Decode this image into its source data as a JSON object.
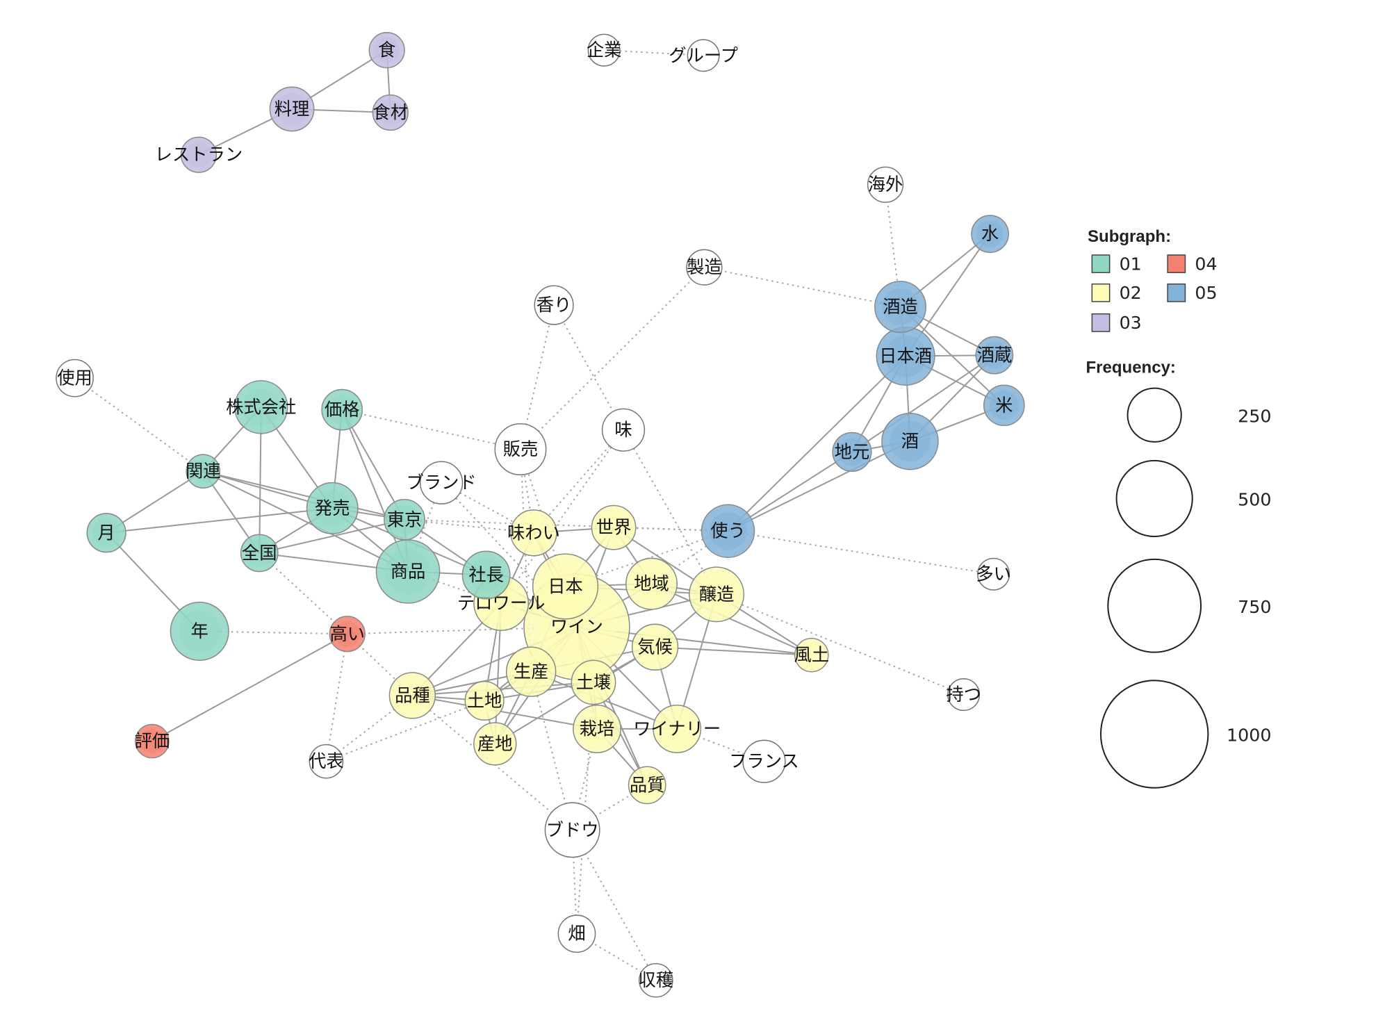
{
  "legend": {
    "subgraph_title": "Subgraph:",
    "groups": [
      {
        "id": "01",
        "color": "#8fd6c4"
      },
      {
        "id": "02",
        "color": "#fdfbb5"
      },
      {
        "id": "03",
        "color": "#c3bddf"
      },
      {
        "id": "04",
        "color": "#f4806f"
      },
      {
        "id": "05",
        "color": "#82b2d8"
      }
    ],
    "frequency_title": "Frequency:",
    "sizes": [
      {
        "label": "250",
        "value": 250
      },
      {
        "label": "500",
        "value": 500
      },
      {
        "label": "750",
        "value": 750
      },
      {
        "label": "1000",
        "value": 1000
      }
    ]
  },
  "nodes": [
    {
      "label": "食",
      "group": "03",
      "freq": 108
    },
    {
      "label": "料理",
      "group": "03",
      "freq": 168
    },
    {
      "label": "食材",
      "group": "03",
      "freq": 108
    },
    {
      "label": "レストラン",
      "group": "03",
      "freq": 108
    },
    {
      "label": "企業",
      "group": null,
      "freq": 87
    },
    {
      "label": "グループ",
      "group": null,
      "freq": 87
    },
    {
      "label": "海外",
      "group": null,
      "freq": 108
    },
    {
      "label": "製造",
      "group": null,
      "freq": 108
    },
    {
      "label": "香り",
      "group": null,
      "freq": 130
    },
    {
      "label": "使用",
      "group": null,
      "freq": 119
    },
    {
      "label": "味",
      "group": null,
      "freq": 155
    },
    {
      "label": "販売",
      "group": null,
      "freq": 226
    },
    {
      "label": "ブランド",
      "group": null,
      "freq": 155
    },
    {
      "label": "多い",
      "group": null,
      "freq": 87
    },
    {
      "label": "持つ",
      "group": null,
      "freq": 87
    },
    {
      "label": "代表",
      "group": null,
      "freq": 97
    },
    {
      "label": "フランス",
      "group": null,
      "freq": 155
    },
    {
      "label": "ブドウ",
      "group": null,
      "freq": 258
    },
    {
      "label": "畑",
      "group": null,
      "freq": 119
    },
    {
      "label": "収穫",
      "group": null,
      "freq": 97
    },
    {
      "label": "株式会社",
      "group": "01",
      "freq": 242
    },
    {
      "label": "価格",
      "group": "01",
      "freq": 142
    },
    {
      "label": "関連",
      "group": "01",
      "freq": 97
    },
    {
      "label": "月",
      "group": "01",
      "freq": 130
    },
    {
      "label": "発売",
      "group": "01",
      "freq": 226
    },
    {
      "label": "東京",
      "group": "01",
      "freq": 142
    },
    {
      "label": "全国",
      "group": "01",
      "freq": 119
    },
    {
      "label": "商品",
      "group": "01",
      "freq": 348
    },
    {
      "label": "社長",
      "group": "01",
      "freq": 196
    },
    {
      "label": "年",
      "group": "01",
      "freq": 293
    },
    {
      "label": "高い",
      "group": "04",
      "freq": 108
    },
    {
      "label": "評価",
      "group": "04",
      "freq": 97
    },
    {
      "label": "水",
      "group": "05",
      "freq": 119
    },
    {
      "label": "酒造",
      "group": "05",
      "freq": 226
    },
    {
      "label": "日本酒",
      "group": "05",
      "freq": 293
    },
    {
      "label": "酒蔵",
      "group": "05",
      "freq": 119
    },
    {
      "label": "米",
      "group": "05",
      "freq": 142
    },
    {
      "label": "地元",
      "group": "05",
      "freq": 130
    },
    {
      "label": "酒",
      "group": "05",
      "freq": 275
    },
    {
      "label": "使う",
      "group": "05",
      "freq": 242
    },
    {
      "label": "味わい",
      "group": "02",
      "freq": 182
    },
    {
      "label": "世界",
      "group": "02",
      "freq": 168
    },
    {
      "label": "日本",
      "group": "02",
      "freq": 368
    },
    {
      "label": "地域",
      "group": "02",
      "freq": 226
    },
    {
      "label": "醸造",
      "group": "02",
      "freq": 258
    },
    {
      "label": "テロワール",
      "group": "02",
      "freq": 258
    },
    {
      "label": "ワイン",
      "group": "02",
      "freq": 968
    },
    {
      "label": "気候",
      "group": "02",
      "freq": 182
    },
    {
      "label": "風土",
      "group": "02",
      "freq": 97
    },
    {
      "label": "生産",
      "group": "02",
      "freq": 211
    },
    {
      "label": "土壌",
      "group": "02",
      "freq": 168
    },
    {
      "label": "品種",
      "group": "02",
      "freq": 182
    },
    {
      "label": "土地",
      "group": "02",
      "freq": 130
    },
    {
      "label": "栽培",
      "group": "02",
      "freq": 196
    },
    {
      "label": "産地",
      "group": "02",
      "freq": 155
    },
    {
      "label": "ワイナリー",
      "group": "02",
      "freq": 196
    },
    {
      "label": "品質",
      "group": "02",
      "freq": 119
    }
  ],
  "edges_solid": [
    [
      "食",
      "料理"
    ],
    [
      "食",
      "食材"
    ],
    [
      "料理",
      "食材"
    ],
    [
      "料理",
      "レストラン"
    ],
    [
      "水",
      "酒造"
    ],
    [
      "水",
      "日本酒"
    ],
    [
      "酒造",
      "日本酒"
    ],
    [
      "酒造",
      "酒蔵"
    ],
    [
      "酒造",
      "米"
    ],
    [
      "日本酒",
      "酒蔵"
    ],
    [
      "日本酒",
      "米"
    ],
    [
      "日本酒",
      "酒"
    ],
    [
      "日本酒",
      "地元"
    ],
    [
      "酒",
      "酒蔵"
    ],
    [
      "酒",
      "米"
    ],
    [
      "酒",
      "地元"
    ],
    [
      "酒",
      "使う"
    ],
    [
      "地元",
      "使う"
    ],
    [
      "日本酒",
      "使う"
    ],
    [
      "酒蔵",
      "地元"
    ],
    [
      "株式会社",
      "関連"
    ],
    [
      "株式会社",
      "発売"
    ],
    [
      "株式会社",
      "全国"
    ],
    [
      "価格",
      "発売"
    ],
    [
      "価格",
      "商品"
    ],
    [
      "価格",
      "東京"
    ],
    [
      "関連",
      "月"
    ],
    [
      "関連",
      "発売"
    ],
    [
      "関連",
      "全国"
    ],
    [
      "関連",
      "東京"
    ],
    [
      "関連",
      "商品"
    ],
    [
      "月",
      "年"
    ],
    [
      "月",
      "発売"
    ],
    [
      "発売",
      "東京"
    ],
    [
      "発売",
      "商品"
    ],
    [
      "発売",
      "全国"
    ],
    [
      "全国",
      "東京"
    ],
    [
      "全国",
      "商品"
    ],
    [
      "商品",
      "社長"
    ],
    [
      "東京",
      "社長"
    ],
    [
      "発売",
      "社長"
    ],
    [
      "商品",
      "東京"
    ],
    [
      "高い",
      "評価"
    ],
    [
      "ワイン",
      "日本"
    ],
    [
      "ワイン",
      "味わい"
    ],
    [
      "ワイン",
      "世界"
    ],
    [
      "ワイン",
      "地域"
    ],
    [
      "ワイン",
      "醸造"
    ],
    [
      "ワイン",
      "テロワール"
    ],
    [
      "ワイン",
      "気候"
    ],
    [
      "ワイン",
      "風土"
    ],
    [
      "ワイン",
      "生産"
    ],
    [
      "ワイン",
      "土壌"
    ],
    [
      "ワイン",
      "品種"
    ],
    [
      "ワイン",
      "土地"
    ],
    [
      "ワイン",
      "栽培"
    ],
    [
      "ワイン",
      "産地"
    ],
    [
      "ワイン",
      "ワイナリー"
    ],
    [
      "ワイン",
      "品質"
    ],
    [
      "日本",
      "味わい"
    ],
    [
      "日本",
      "世界"
    ],
    [
      "日本",
      "地域"
    ],
    [
      "日本",
      "醸造"
    ],
    [
      "世界",
      "味わい"
    ],
    [
      "世界",
      "地域"
    ],
    [
      "世界",
      "醸造"
    ],
    [
      "地域",
      "醸造"
    ],
    [
      "醸造",
      "気候"
    ],
    [
      "醸造",
      "風土"
    ],
    [
      "気候",
      "風土"
    ],
    [
      "地域",
      "風土"
    ],
    [
      "醸造",
      "ワイナリー"
    ],
    [
      "気候",
      "ワイナリー"
    ],
    [
      "土壌",
      "気候"
    ],
    [
      "土壌",
      "栽培"
    ],
    [
      "土壌",
      "品種"
    ],
    [
      "土壌",
      "土地"
    ],
    [
      "生産",
      "品種"
    ],
    [
      "生産",
      "土地"
    ],
    [
      "生産",
      "産地"
    ],
    [
      "栽培",
      "品質"
    ],
    [
      "土壌",
      "品質"
    ],
    [
      "品種",
      "土地"
    ],
    [
      "品種",
      "栽培"
    ],
    [
      "土地",
      "産地"
    ],
    [
      "産地",
      "気候"
    ],
    [
      "テロワール",
      "品種"
    ],
    [
      "テロワール",
      "土地"
    ],
    [
      "テロワール",
      "産地"
    ],
    [
      "品種",
      "気候"
    ],
    [
      "日本",
      "生産"
    ],
    [
      "味わい",
      "テロワール"
    ],
    [
      "社長",
      "テロワール"
    ],
    [
      "社長",
      "ワイン"
    ],
    [
      "生産",
      "ワイナリー"
    ],
    [
      "栽培",
      "ワイナリー"
    ]
  ],
  "edges_dotted": [
    [
      "企業",
      "グループ"
    ],
    [
      "海外",
      "酒造"
    ],
    [
      "製造",
      "酒造"
    ],
    [
      "製造",
      "販売"
    ],
    [
      "香り",
      "販売"
    ],
    [
      "香り",
      "味"
    ],
    [
      "味",
      "醸造"
    ],
    [
      "使用",
      "関連"
    ],
    [
      "多い",
      "使う"
    ],
    [
      "持つ",
      "醸造"
    ],
    [
      "販売",
      "価格"
    ],
    [
      "販売",
      "味わい"
    ],
    [
      "販売",
      "日本"
    ],
    [
      "味",
      "味わい"
    ],
    [
      "味",
      "テロワール"
    ],
    [
      "ブランド",
      "商品"
    ],
    [
      "ブランド",
      "味わい"
    ],
    [
      "使う",
      "世界"
    ],
    [
      "使う",
      "地域"
    ],
    [
      "使う",
      "日本"
    ],
    [
      "東京",
      "使う"
    ],
    [
      "年",
      "高い"
    ],
    [
      "高い",
      "全国"
    ],
    [
      "高い",
      "ワイン"
    ],
    [
      "高い",
      "品種"
    ],
    [
      "代表",
      "品種"
    ],
    [
      "代表",
      "高い"
    ],
    [
      "代表",
      "土地"
    ],
    [
      "ブドウ",
      "生産"
    ],
    [
      "ブドウ",
      "栽培"
    ],
    [
      "ブドウ",
      "畑"
    ],
    [
      "ブドウ",
      "収穫"
    ],
    [
      "ブドウ",
      "品種"
    ],
    [
      "畑",
      "収穫"
    ],
    [
      "畑",
      "土壌"
    ],
    [
      "フランス",
      "ワイナリー"
    ],
    [
      "ブドウ",
      "品質"
    ],
    [
      "商品",
      "テロワール"
    ],
    [
      "東京",
      "味わい"
    ],
    [
      "ブランド",
      "ワイン"
    ],
    [
      "販売",
      "生産"
    ]
  ]
}
